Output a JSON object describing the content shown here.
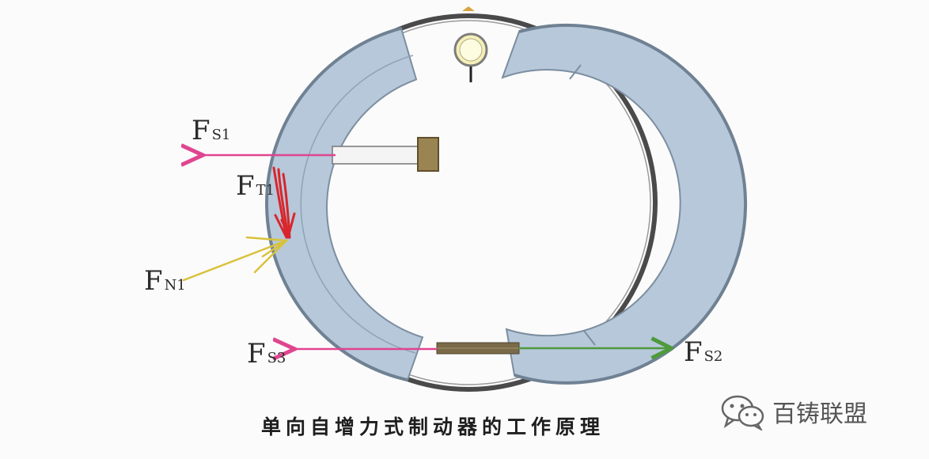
{
  "diagram": {
    "labels": {
      "fs1": {
        "main": "F",
        "sub": "S1"
      },
      "ft1": {
        "main": "F",
        "sub": "T1"
      },
      "fn1": {
        "main": "F",
        "sub": "N1"
      },
      "fs3": {
        "main": "F",
        "sub": "S3"
      },
      "fs2": {
        "main": "F",
        "sub": "S2"
      }
    },
    "caption": "单向自增力式制动器的工作原理",
    "colors": {
      "drum": "#4a4a4a",
      "shoe_fill": "#b6c8da",
      "shoe_stroke": "#7c8ea0",
      "fs_arrow": "#e0458f",
      "ft_arrow": "#d8262c",
      "fn_arrow": "#d9c23a",
      "fs2_arrow": "#4e9a3c",
      "pivot": "#f6f0b8",
      "cylinder": "#9a8452",
      "rod": "#7a6a48"
    }
  },
  "watermark": {
    "icon": "wechat-icon",
    "text": "百铸联盟"
  }
}
